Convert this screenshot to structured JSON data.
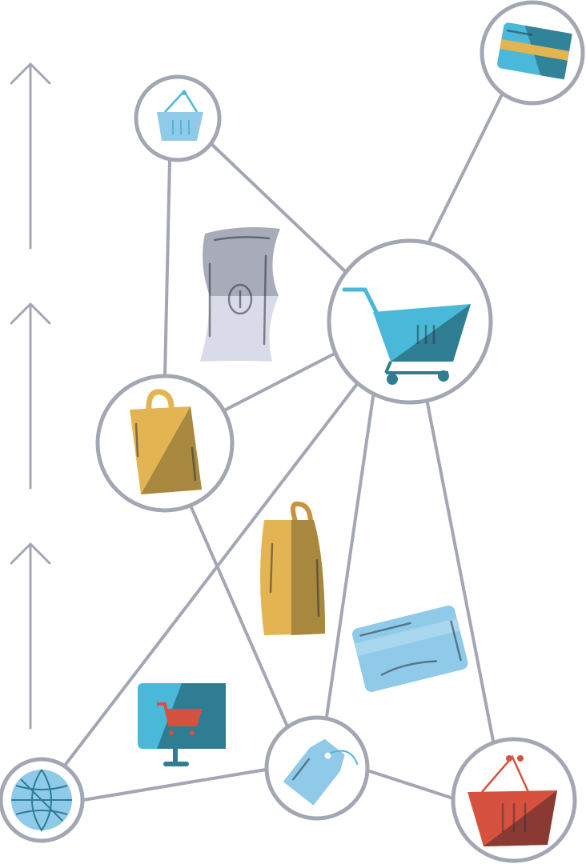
{
  "title": "",
  "colors": {
    "line": "#a3a7b3",
    "cart": "#4ab9d9",
    "cart_dark": "#2f7d92",
    "credit_card": "#5ab0c8",
    "bag": "#e3b552",
    "bag_dark": "#a8873f",
    "basket_red": "#d6513e",
    "basket_dark": "#8a3a33",
    "light_blue": "#8fcbe8",
    "money_gray": "#a8acb9",
    "money_light": "#d9dbe8"
  },
  "nodes": [
    {
      "id": "shopping-basket-small",
      "icon": "basket-icon"
    },
    {
      "id": "credit-card",
      "icon": "credit-card-icon"
    },
    {
      "id": "shopping-cart",
      "icon": "shopping-cart-icon"
    },
    {
      "id": "shopping-bag",
      "icon": "shopping-bag-icon"
    },
    {
      "id": "globe",
      "icon": "globe-icon"
    },
    {
      "id": "price-tag",
      "icon": "price-tag-icon"
    },
    {
      "id": "shopping-basket-red",
      "icon": "basket-icon"
    }
  ],
  "edges": [
    [
      "shopping-basket-small",
      "shopping-cart"
    ],
    [
      "shopping-basket-small",
      "shopping-bag"
    ],
    [
      "credit-card",
      "shopping-cart"
    ],
    [
      "shopping-bag",
      "shopping-cart"
    ],
    [
      "shopping-bag",
      "price-tag"
    ],
    [
      "globe",
      "shopping-cart"
    ],
    [
      "globe",
      "price-tag"
    ],
    [
      "price-tag",
      "shopping-cart"
    ],
    [
      "price-tag",
      "shopping-basket-red"
    ],
    [
      "shopping-basket-red",
      "shopping-cart"
    ]
  ],
  "floating_icons": [
    "money-bill-icon",
    "shopping-bag-icon",
    "credit-card-icon",
    "monitor-cart-icon"
  ],
  "arrows": [
    "up-arrow-icon",
    "up-arrow-icon",
    "up-arrow-icon"
  ]
}
